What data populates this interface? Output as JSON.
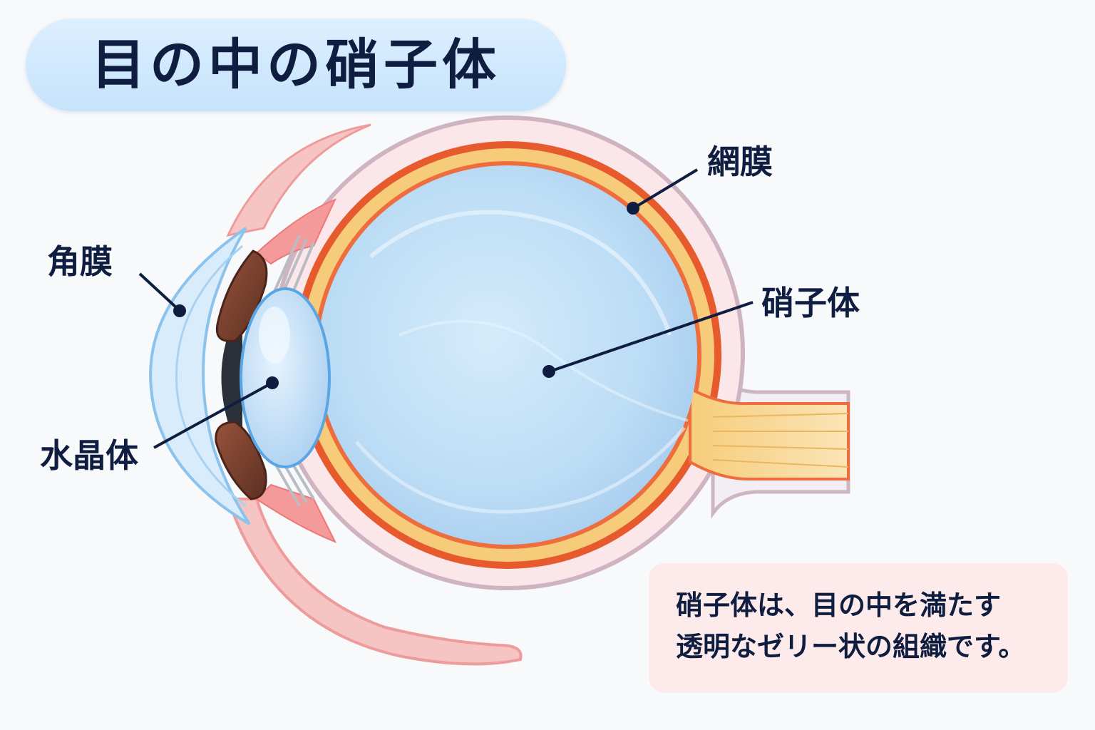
{
  "title": "目の中の硝子体",
  "labels": {
    "cornea": "角膜",
    "lens": "水晶体",
    "retina": "網膜",
    "vitreous": "硝子体"
  },
  "note": {
    "line1": "硝子体は、目の中を満たす",
    "line2": "透明なゼリー状の組織です。"
  },
  "colors": {
    "vitreous": "#bcdcf5",
    "retina_yellow": "#f6cc7a",
    "retina_red": "#e65a2e",
    "sclera": "#f3b6b6",
    "iris": "#7a4030",
    "pupil": "#2a2f3a",
    "lens": "#cfe6fb",
    "title_bg": "#cfe8fd",
    "note_bg": "#fdeaea",
    "text": "#0f1d40"
  }
}
